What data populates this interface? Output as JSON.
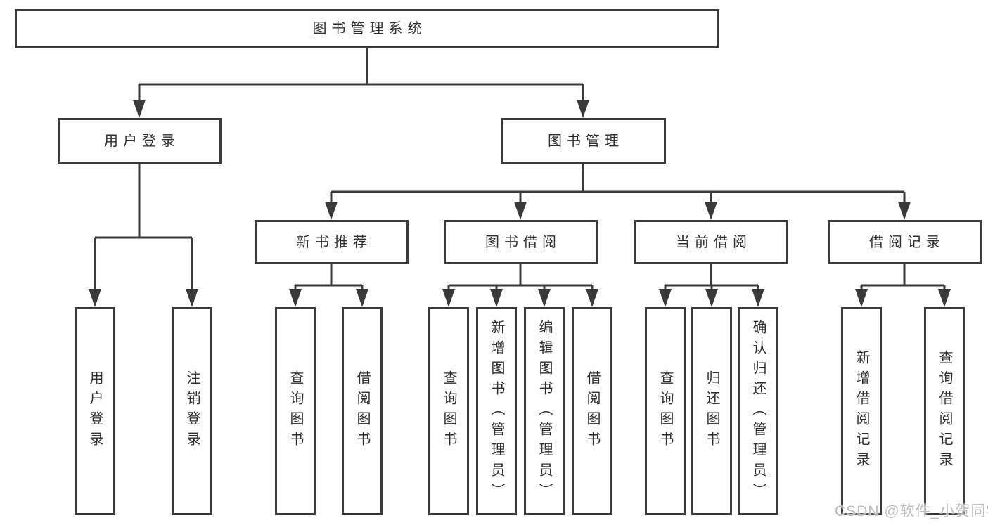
{
  "diagram": {
    "title": "图书管理系统",
    "level2": {
      "user_login": "用户登录",
      "book_management": "图书管理"
    },
    "level3": {
      "new_book_recommend": "新书推荐",
      "book_borrow": "图书借阅",
      "current_borrow": "当前借阅",
      "borrow_records": "借阅记录"
    },
    "leaves": {
      "user": [
        "用户登录",
        "注销登录"
      ],
      "recommend": [
        "查询图书",
        "借阅图书"
      ],
      "borrow": [
        "查询图书",
        "新增图书（管理员）",
        "编辑图书（管理员）",
        "借阅图书"
      ],
      "current": [
        "查询图书",
        "归还图书",
        "确认归还（管理员）"
      ],
      "records": [
        "新增借阅记录",
        "查询借阅记录"
      ]
    },
    "colors": {
      "line": "#3a3a3a",
      "text": "#2f2f2f",
      "background": "#ffffff",
      "watermark": "#bcbcbc"
    },
    "watermark": "CSDN @软件_小贺同学"
  }
}
